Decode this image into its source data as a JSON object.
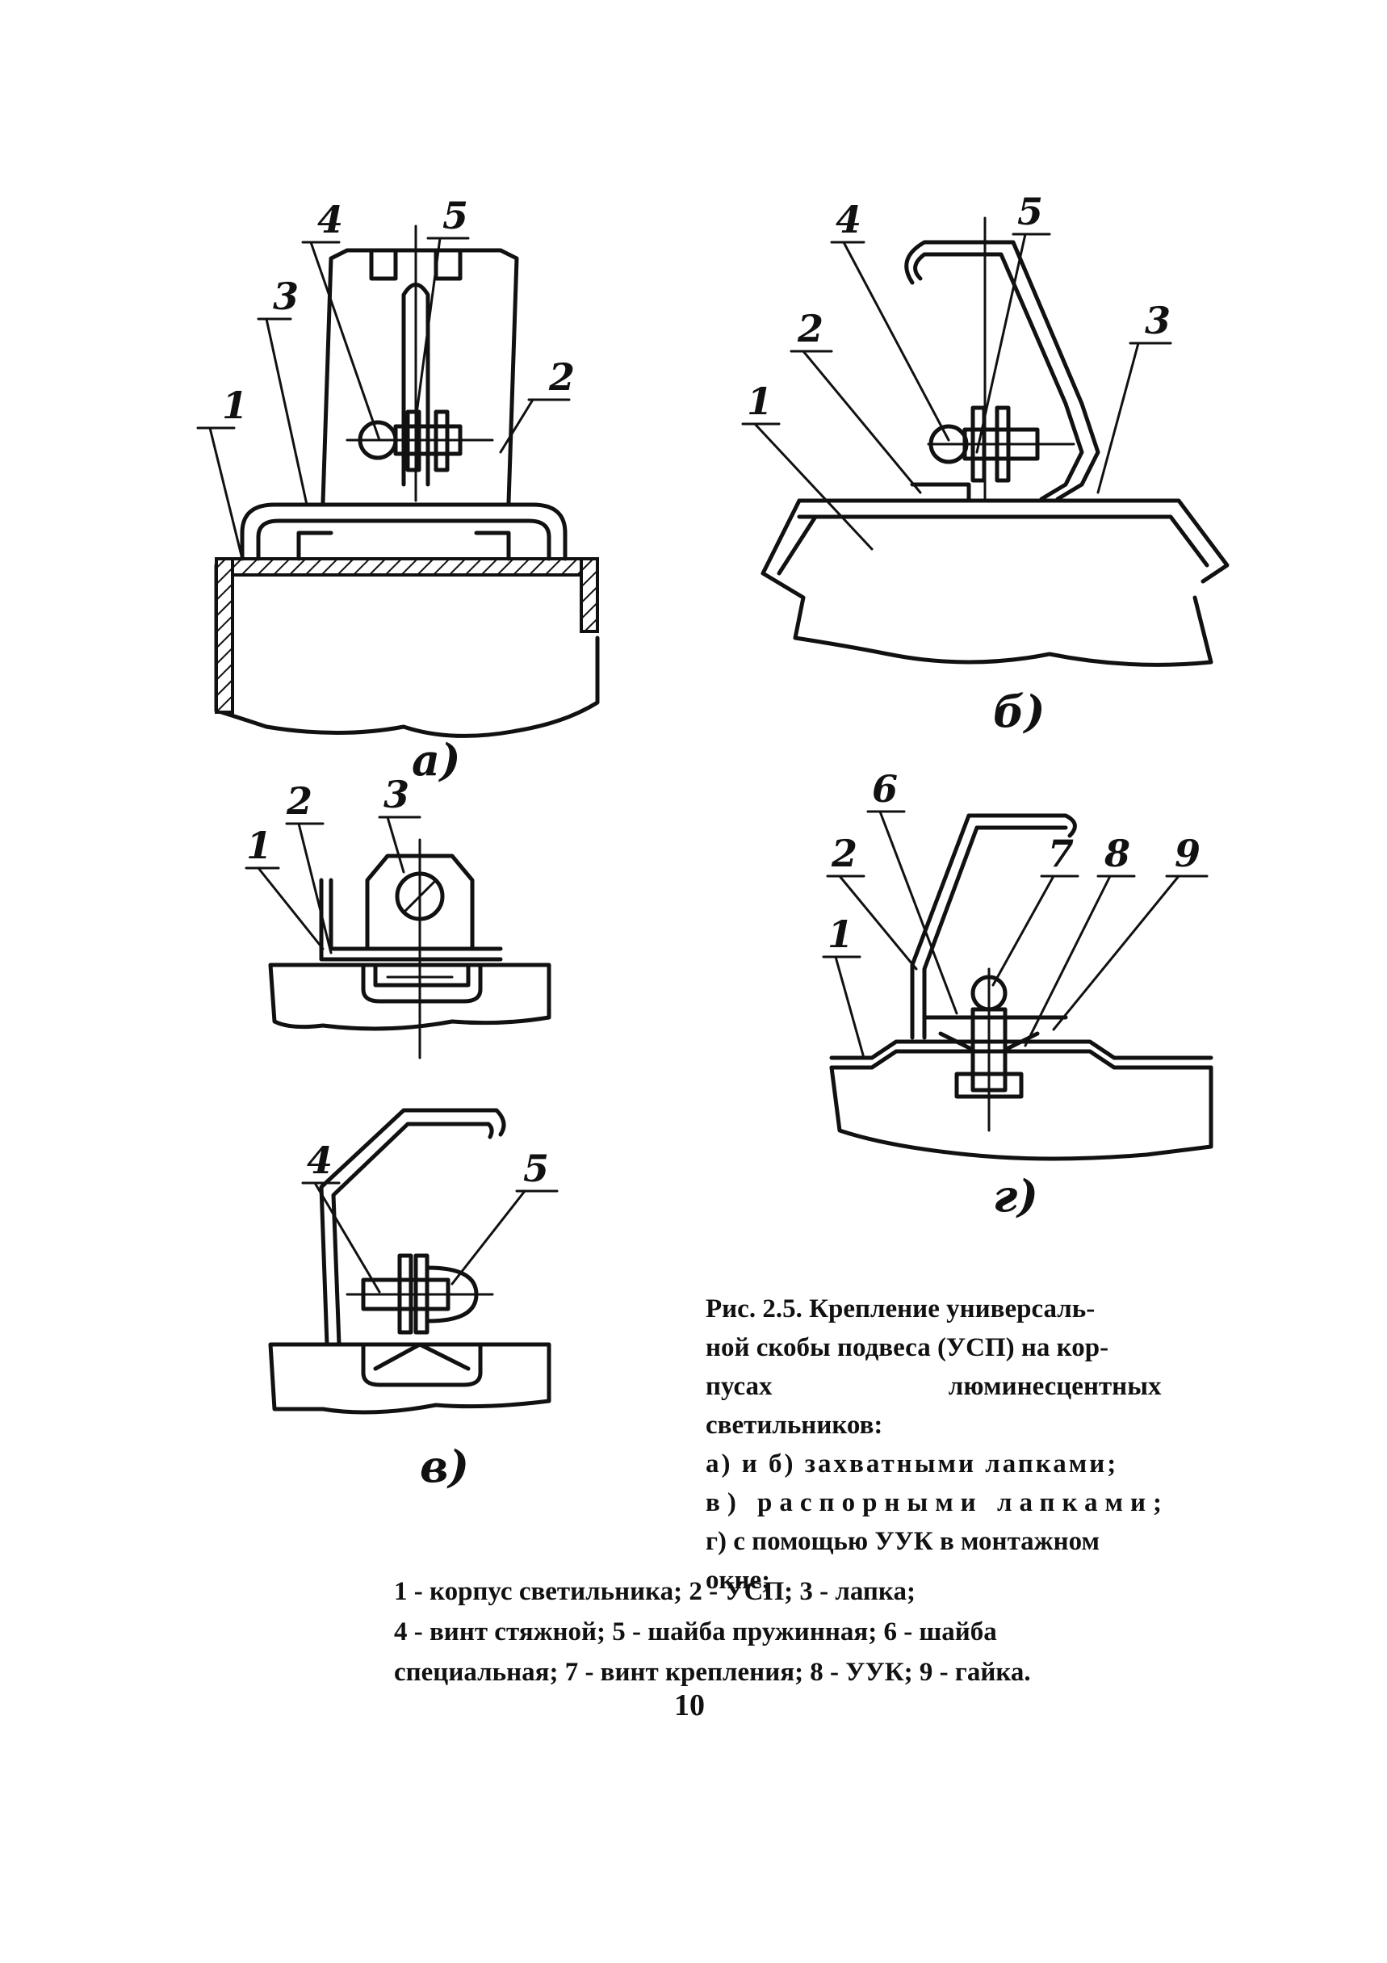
{
  "figure": {
    "a": {
      "label": "а)",
      "callouts": [
        "1",
        "2",
        "3",
        "4",
        "5"
      ]
    },
    "b": {
      "label": "б)",
      "callouts": [
        "1",
        "2",
        "3",
        "4",
        "5"
      ]
    },
    "v": {
      "label": "в)",
      "callouts_top": [
        "1",
        "2",
        "3"
      ],
      "callouts_bottom": [
        "4",
        "5"
      ]
    },
    "g": {
      "label": "г)",
      "callouts": [
        "1",
        "2",
        "6",
        "7",
        "8",
        "9"
      ]
    }
  },
  "caption": {
    "lines": [
      "Рис. 2.5. Крепление универсаль-",
      "ной скобы подвеса (УСП) на кор-",
      "пусах люминесцентных",
      "светильников:",
      "а) и б) захватными лапками;",
      "в) распорными лапками;",
      "г) с помощью УУК в монтажном",
      "окне;"
    ]
  },
  "legend": {
    "lines": [
      "1 - корпус светильника; 2 - УСП; 3 - лапка;",
      "4 - винт стяжной; 5 - шайба пружинная; 6 - шайба",
      "специальная; 7 - винт крепления; 8 - УУК; 9 - гайка."
    ]
  },
  "page_number": "10"
}
